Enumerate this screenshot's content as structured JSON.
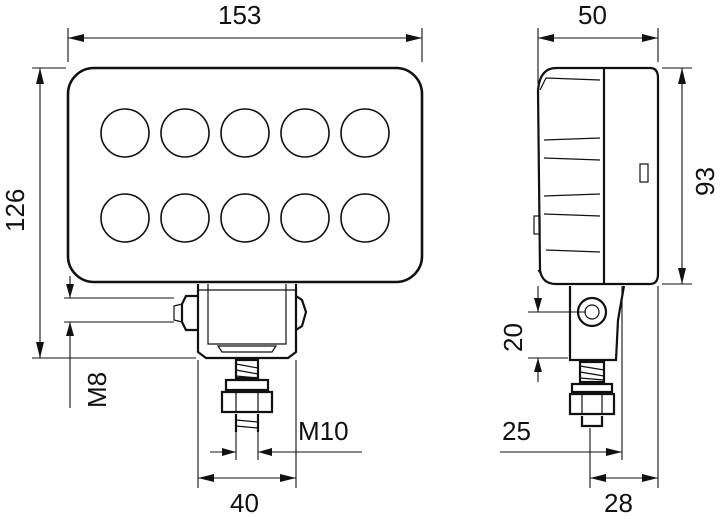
{
  "dimensions": {
    "front_width": "153",
    "front_height": "126",
    "mount_bolt_left": "M8",
    "mount_bolt_right": "M10",
    "bracket_spacing": "40",
    "side_depth": "50",
    "side_height": "93",
    "pivot_offset": "20",
    "side_base_offset": "25",
    "side_base_width": "28"
  },
  "colors": {
    "line": "#111111",
    "background": "#ffffff"
  }
}
